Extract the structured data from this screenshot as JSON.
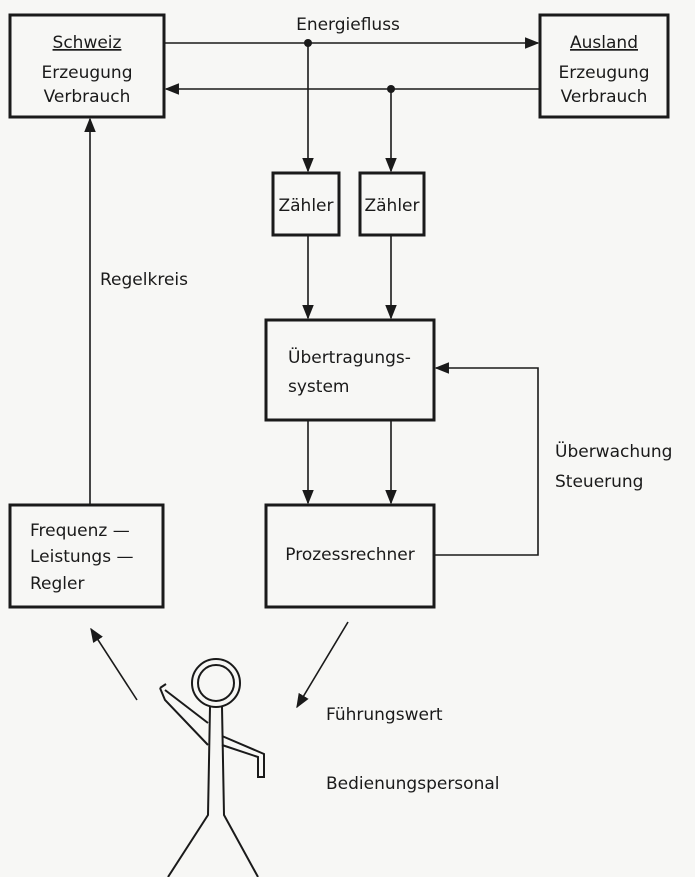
{
  "diagram": {
    "energy_flow_label": "Energiefluss",
    "schweiz": {
      "title": "Schweiz",
      "line1": "Erzeugung",
      "line2": "Verbrauch"
    },
    "ausland": {
      "title": "Ausland",
      "line1": "Erzeugung",
      "line2": "Verbrauch"
    },
    "meter_left": "Zähler",
    "meter_right": "Zähler",
    "transmission": {
      "line1": "Übertragungs-",
      "line2": "system"
    },
    "process_computer": "Prozessrechner",
    "controller": {
      "line1": "Frequenz —",
      "line2": "Leistungs —",
      "line3": "Regler"
    },
    "control_loop": "Regelkreis",
    "monitoring": {
      "line1": "Überwachung",
      "line2": "Steuerung"
    },
    "reference_value": "Führungswert",
    "operators": "Bedienungspersonal"
  }
}
